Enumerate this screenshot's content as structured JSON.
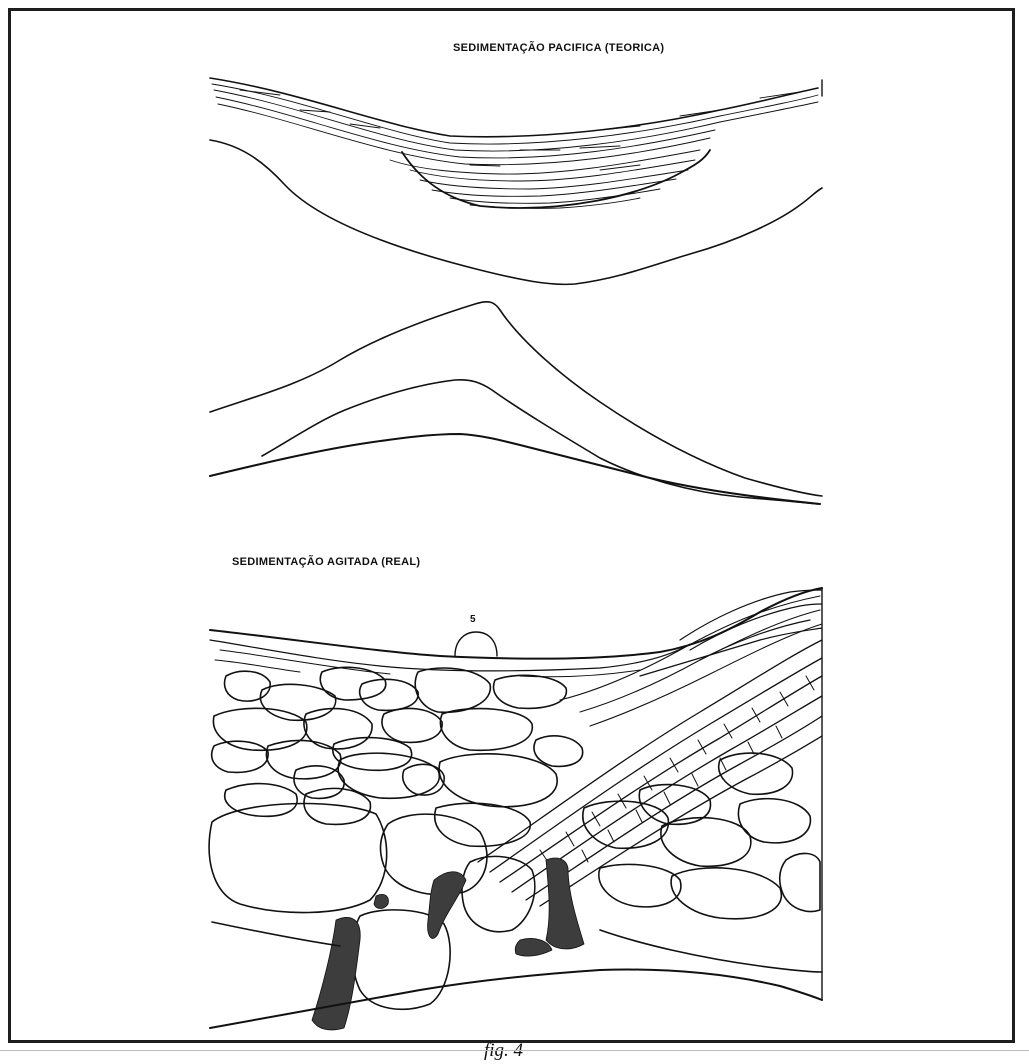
{
  "figure": {
    "top_title": "SEDIMENTAÇÃO PACIFICA (TEORICA)",
    "bottom_title": "SEDIMENTAÇÃO AGITADA (REAL)",
    "marker_label": "5",
    "caption": "fig. 4"
  },
  "colors": {
    "ink": "#111111",
    "dark_fill": "#3d3d3d",
    "frame": "#1e1e1e"
  }
}
